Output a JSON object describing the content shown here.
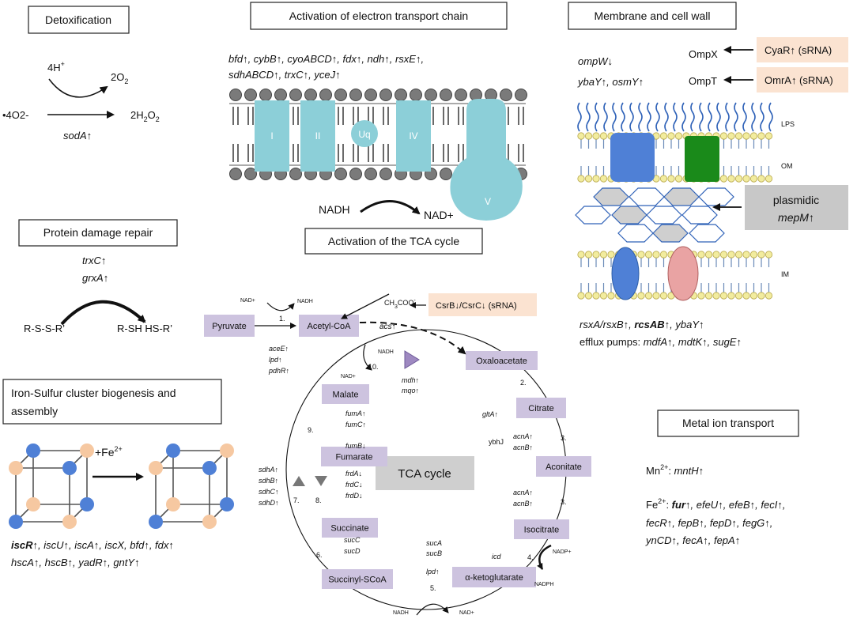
{
  "detox": {
    "title": "Detoxification",
    "proton_a": "4H",
    "proton_sup": "+",
    "o2_a": "2O",
    "o2_sub": "2",
    "superoxide": "•4O2-",
    "h2o2_a": "2H",
    "h2o2_sub1": "2",
    "h2o2_b": "O",
    "h2o2_sub2": "2",
    "gene": "sodA↑"
  },
  "etc": {
    "title": "Activation of electron transport chain",
    "genes_line1": "bfd↑, cybB↑, cyoABCD↑, fdx↑, ndh↑, rsxE↑,",
    "genes_line2": "sdhABCD↑, trxC↑, yceJ↑",
    "complexes": [
      "I",
      "II",
      "Uq",
      "IV",
      "V"
    ],
    "nadh": "NADH",
    "nad_plus": "NAD+"
  },
  "membrane": {
    "title": "Membrane and cell wall",
    "ompw": "ompW↓",
    "ybay_osmy": "ybaY↑, osmY↑",
    "ompx": "OmpX",
    "ompt": "OmpT",
    "cyar": "CyaR↑ (sRNA)",
    "omra": "OmrA↑ (sRNA)",
    "mepm_line1": "plasmidic",
    "mepm_line2": "mepM↑",
    "lps": "LPS",
    "om": "OM",
    "im": "IM",
    "rsx_part1": "rsxA/rsxB↑, ",
    "rsx_part2": "rcsAB",
    "rsx_part3": "↑, ybaY↑",
    "efflux_label": "efflux pumps: ",
    "efflux_genes": "mdfA↑, mdtK↑, sugE↑"
  },
  "repair": {
    "title": "Protein damage repair",
    "genes": [
      "trxC↑",
      "grxA↑"
    ],
    "substrate": "R-S-S-R’",
    "product": "R-SH HS-R’"
  },
  "tca": {
    "title": "Activation of the TCA cycle",
    "center_label": "TCA cycle",
    "metabolites": [
      "Pyruvate",
      "Acetyl-CoA",
      "Oxaloacetate",
      "Citrate",
      "Aconitate",
      "Isocitrate",
      "α-ketoglutarate",
      "Succinyl-SCoA",
      "Succinate",
      "Fumarate",
      "Malate"
    ],
    "steps": [
      "1.",
      "2.",
      "3.",
      "4.",
      "5.",
      "6.",
      "7.",
      "8.",
      "9.",
      "10."
    ],
    "acetate_a": "CH",
    "acetate_sub": "3",
    "acetate_b": "COO",
    "acetate_sup": "-",
    "acs": "acs↑",
    "csrb": "CsrB↓/CsrC↓ (sRNA)",
    "nad_plus": "NAD+",
    "nadh": "NADH",
    "nadp_plus": "NADP+",
    "nadph": "NADPH",
    "pdh_genes": [
      "aceE↑",
      "lpd↑",
      "pdhR↑"
    ],
    "mdh_genes": [
      "mdh↑",
      "mqo↑"
    ],
    "glta": "gltA↑",
    "ybhj": "ybhJ",
    "acn_genes": [
      "acnA↑",
      "acnB↑"
    ],
    "icd": "icd",
    "sucab_genes": [
      "sucA",
      "sucB",
      "lpd↑"
    ],
    "succd_genes": [
      "sucC",
      "sucD"
    ],
    "sdh_genes": [
      "sdhA↑",
      "sdhB↑",
      "sdhC↑",
      "sdhD↑"
    ],
    "frd_genes": [
      "frdA↓",
      "frdC↓",
      "frdD↓"
    ],
    "fum_genes": [
      "fumA↑",
      "fumC↑",
      "fumB↓"
    ]
  },
  "iron_sulfur": {
    "title_line1": "Iron-Sulfur cluster biogenesis and",
    "title_line2": "assembly",
    "fe_a": "+Fe",
    "fe_sup": "2+",
    "genes_bold": "iscR",
    "genes_line1_rest": "↑, iscU↑, iscA↑, iscX, bfd↑, fdx↑",
    "genes_line2": "hscA↑, hscB↑, yadR↑, gntY↑"
  },
  "metal": {
    "title": "Metal ion transport",
    "mn_a": "Mn",
    "mn_sup": "2+",
    "colon": ": ",
    "mn_gene": "mntH↑",
    "fe_a": "Fe",
    "fe_sup": "2+",
    "fe_bold": "fur",
    "fe_line1_rest": "↑, efeU↑, efeB↑, fecI↑,",
    "fe_line2": "fecR↑, fepB↑, fepD↑, fegG↑,",
    "fe_line3": "ynCD↑, fecA↑, fepA↑"
  },
  "colors": {
    "complex": "#8ccfd8",
    "metabolite_box": "#cdc3df",
    "srna_box": "#fbe3d1",
    "mepm_box": "#c8c8c8",
    "lps": "#2f62b8",
    "lipid_head": "#f2ec9e",
    "om_protein_blue": "#4f80d6",
    "om_protein_green": "#1a8a1a",
    "im_protein_pink": "#e9a3a3",
    "cube_blue": "#4f80d6",
    "cube_peach": "#f6c8a1"
  }
}
